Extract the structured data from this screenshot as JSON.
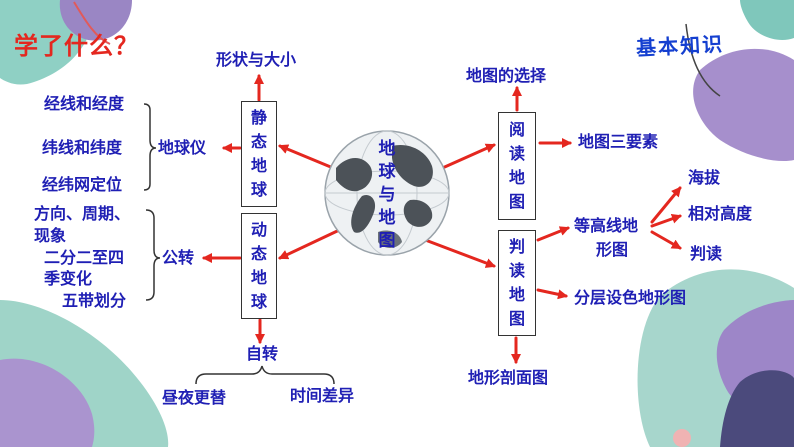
{
  "title": "学了什么？",
  "badge": "基本知识",
  "center": {
    "chars": [
      "地",
      "球",
      "与",
      "地",
      "图"
    ]
  },
  "left": {
    "static_box": {
      "chars": [
        "静",
        "态",
        "地",
        "球"
      ]
    },
    "dynamic_box": {
      "chars": [
        "动",
        "态",
        "地",
        "球"
      ]
    },
    "shape_size": "形状与大小",
    "globe_model": "地球仪",
    "globe_items": [
      "经线和经度",
      "纬线和纬度",
      "经纬网定位"
    ],
    "revolution": "公转",
    "revolution_items": [
      "方向、周期、",
      "现象",
      "二分二至四",
      "季变化",
      "五带划分"
    ],
    "rotation": "自转",
    "rotation_items": [
      "昼夜更替",
      "时间差异"
    ]
  },
  "right": {
    "read_box": {
      "chars": [
        "阅",
        "读",
        "地",
        "图"
      ]
    },
    "interpret_box": {
      "chars": [
        "判",
        "读",
        "地",
        "图"
      ]
    },
    "map_choice": "地图的选择",
    "map_elements": "地图三要素",
    "contour_map": [
      "等高线地",
      "形图"
    ],
    "contour_items": [
      "海拔",
      "相对高度",
      "判读"
    ],
    "layered_map": "分层设色地形图",
    "profile_map": "地形剖面图"
  }
}
